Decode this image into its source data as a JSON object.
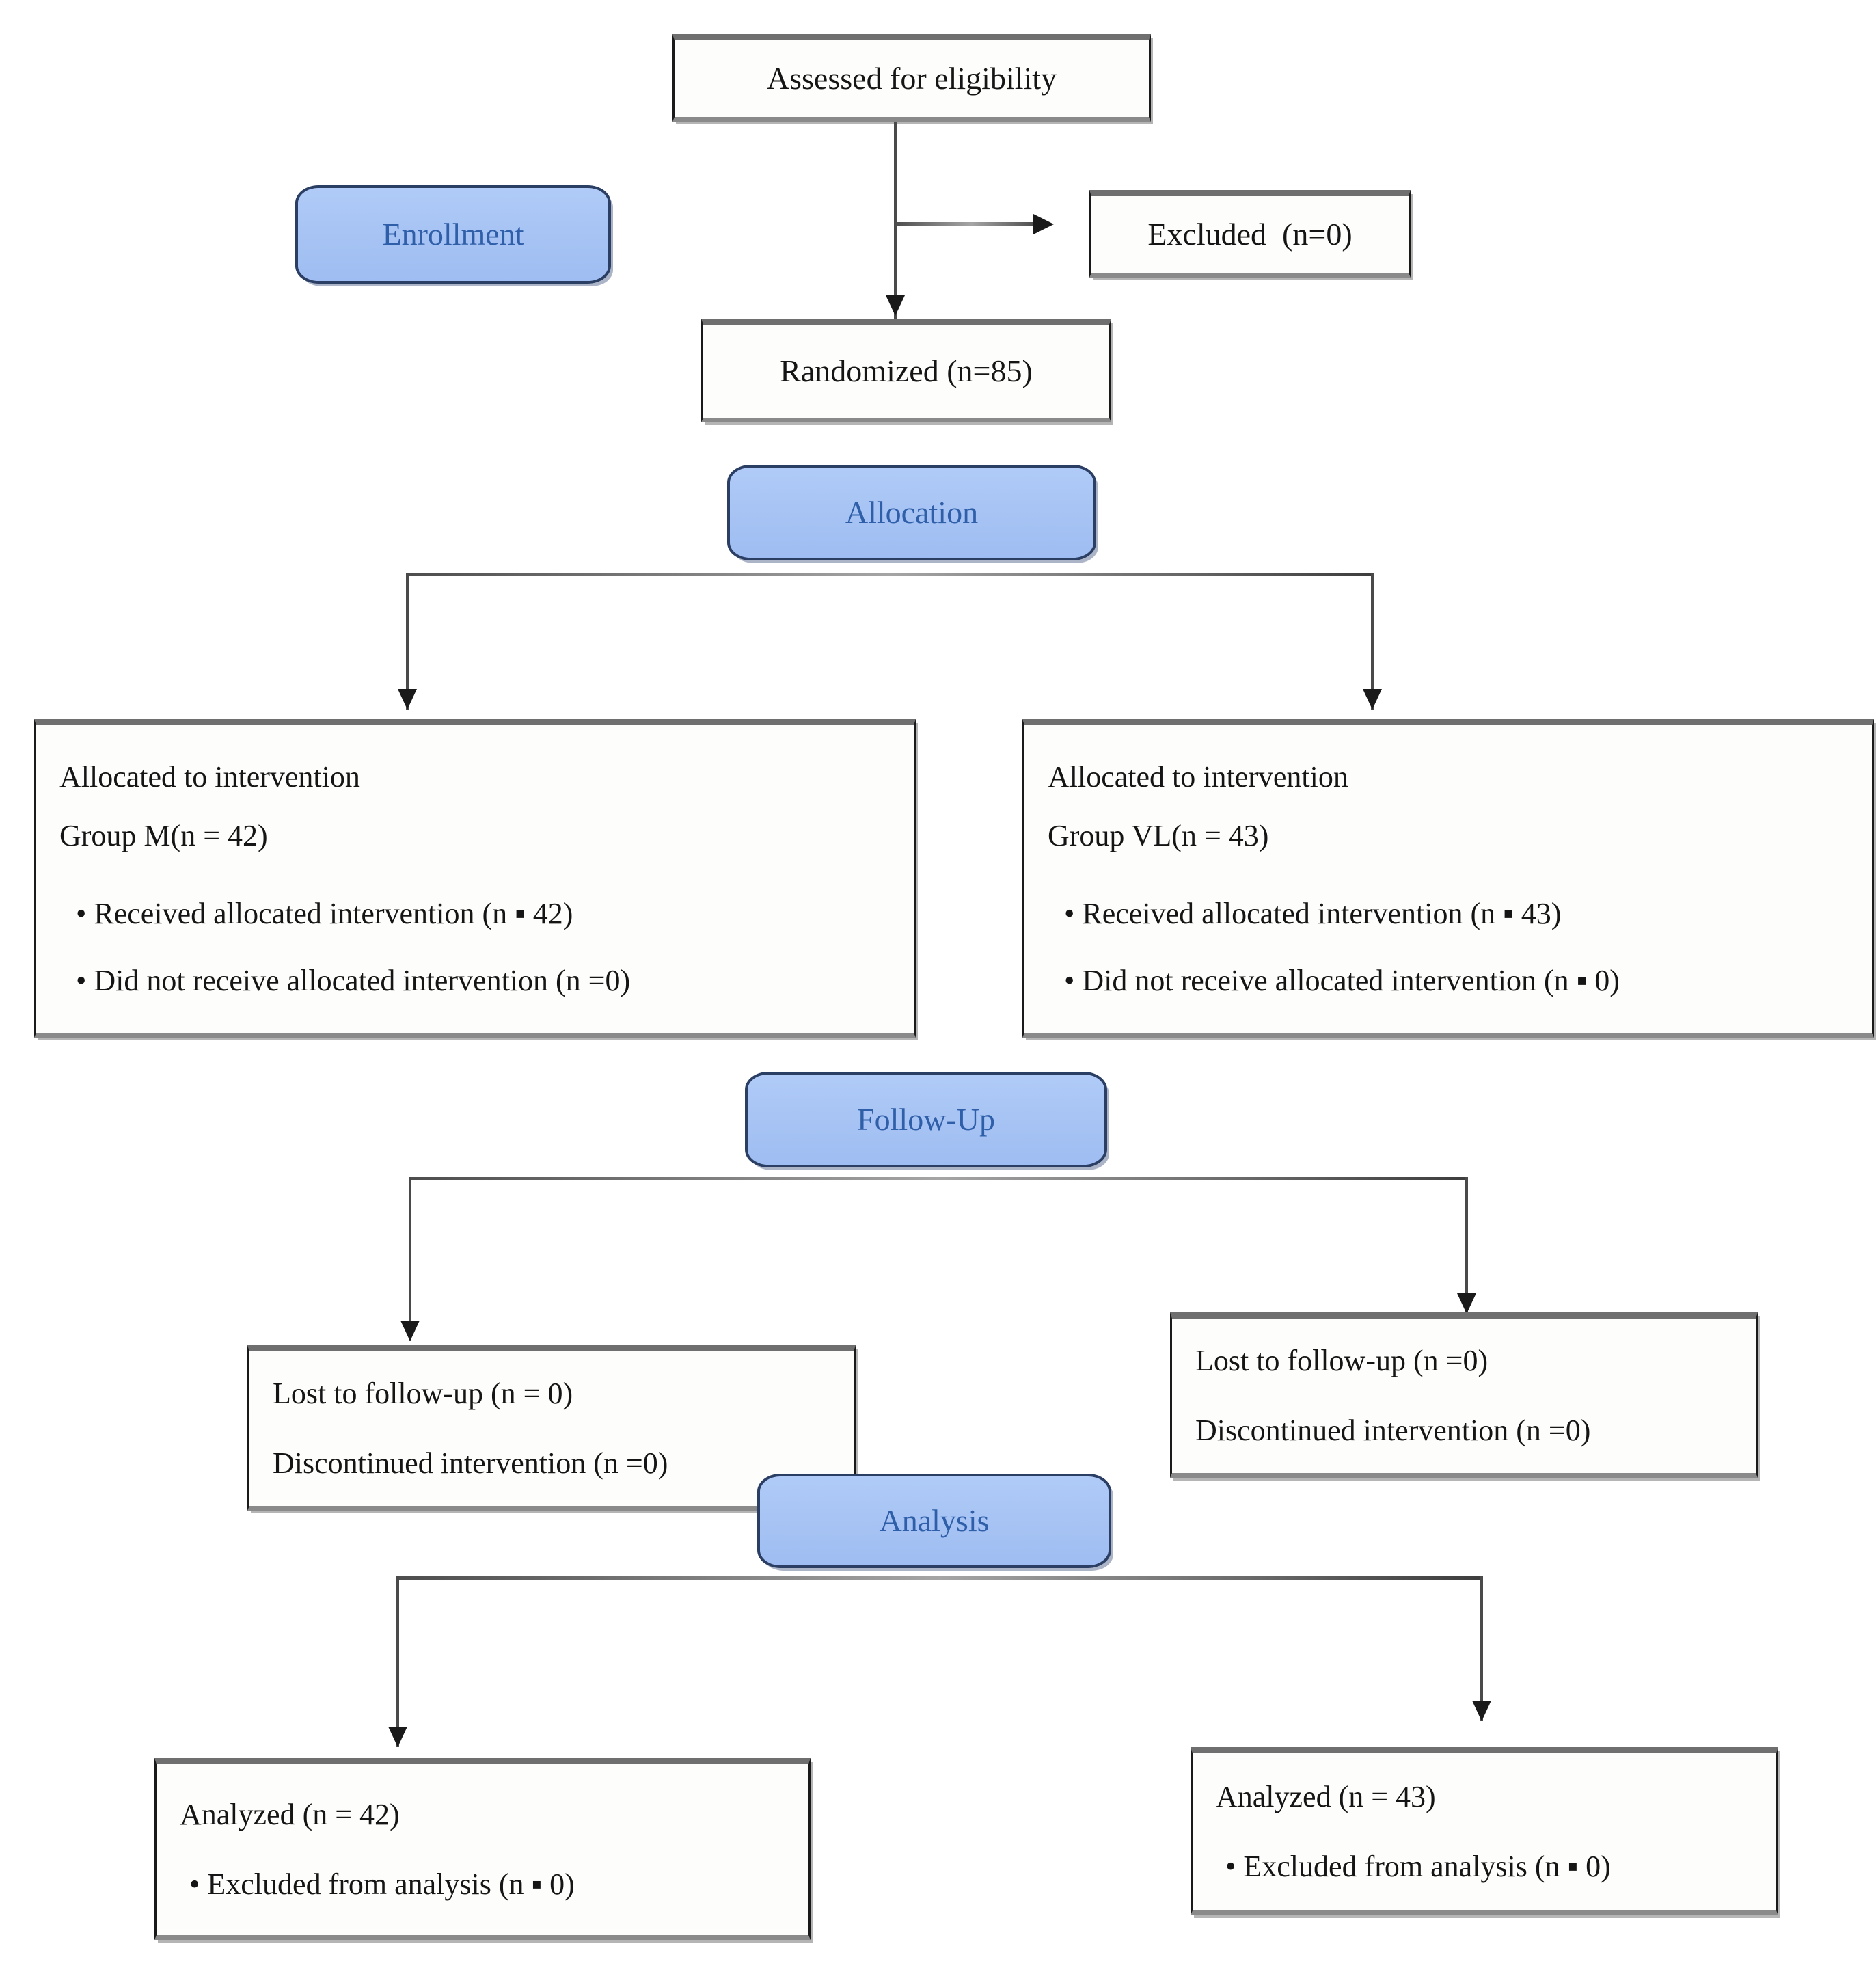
{
  "diagram": {
    "title": "CONSORT participant flow diagram",
    "accent_blue_fill": "#a8c4f4",
    "accent_blue_border": "#2b3e63",
    "accent_blue_text": "#2f5fa8",
    "box_text": "#151515",
    "background": "#ffffff"
  },
  "stages": {
    "enrollment": "Enrollment",
    "allocation": "Allocation",
    "followup": "Follow-Up",
    "analysis": "Analysis"
  },
  "nodes": {
    "assessed": {
      "line1": "Assessed for eligibility"
    },
    "excluded": {
      "line1": "Excluded  (n=0)"
    },
    "randomized": {
      "line1": "Randomized (n=85)"
    },
    "allocated_left": {
      "line1": "Allocated to intervention",
      "line2": "Group M(n = 42)",
      "line3": "• Received allocated intervention (n ▪ 42)",
      "line4": "• Did not receive allocated intervention (n =0)"
    },
    "allocated_right": {
      "line1": "Allocated to intervention",
      "line2": "Group VL(n = 43)",
      "line3": "• Received allocated intervention (n ▪ 43)",
      "line4": "• Did not receive allocated intervention (n ▪ 0)"
    },
    "followup_left": {
      "line1": "Lost to follow-up (n = 0)",
      "line2": "Discontinued intervention (n =0)"
    },
    "followup_right": {
      "line1": "Lost to follow-up (n =0)",
      "line2": "Discontinued intervention (n =0)"
    },
    "analyzed_left": {
      "line1": "Analyzed (n = 42)",
      "line2": "• Excluded from analysis (n ▪ 0)"
    },
    "analyzed_right": {
      "line1": "Analyzed (n = 43)",
      "line2": "• Excluded from analysis (n ▪ 0)"
    }
  },
  "counts": {
    "assessed_n": null,
    "excluded_n": 0,
    "randomized_n": 85,
    "group_m_allocated_n": 42,
    "group_m_received_n": 42,
    "group_m_not_received_n": 0,
    "group_vl_allocated_n": 43,
    "group_vl_received_n": 43,
    "group_vl_not_received_n": 0,
    "group_m_lost_n": 0,
    "group_m_discontinued_n": 0,
    "group_vl_lost_n": 0,
    "group_vl_discontinued_n": 0,
    "group_m_analyzed_n": 42,
    "group_m_excluded_analysis_n": 0,
    "group_vl_analyzed_n": 43,
    "group_vl_excluded_analysis_n": 0
  }
}
